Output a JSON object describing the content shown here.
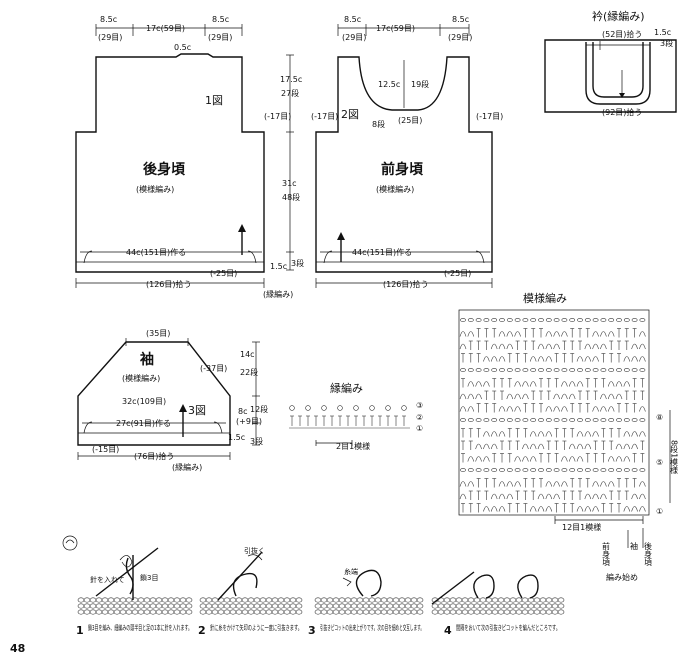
{
  "page_number": "48",
  "back_body": {
    "fig_label": "1図",
    "title": "後身頃",
    "pattern": "(模様編み)",
    "top_left_dim": "8.5c",
    "top_left_sts": "(29目)",
    "top_center_dim": "17c(59目)",
    "top_right_dim": "8.5c",
    "top_right_sts": "(29目)",
    "neck_drop": "0.5c",
    "armhole_dim": "17.5c",
    "armhole_rows": "27段",
    "side_dim": "31c",
    "side_rows": "48段",
    "armhole_dec": "(-17目)",
    "width_label": "44c(151目)作る",
    "pickup_label": "(126目)拾う",
    "edge_dec": "(-25目)",
    "hem_dim": "1.5c",
    "hem_rows": "3段"
  },
  "front_body": {
    "fig_label": "2図",
    "title": "前身頃",
    "pattern": "(模様編み)",
    "top_left_dim": "8.5c",
    "top_left_sts": "(29目)",
    "top_center_dim": "17c(59目)",
    "top_right_dim": "8.5c",
    "top_right_sts": "(29目)",
    "neck_dim": "12.5c",
    "neck_rows": "19段",
    "neck_bottom": "8段",
    "neck_sts": "(25目)",
    "armhole_dec": "(-17目)",
    "width_label": "44c(151目)作る",
    "pickup_label": "(126目)拾う",
    "edge_dec": "(-25目)",
    "edging_label": "(縁編み)"
  },
  "collar": {
    "title": "衿(縁編み)",
    "top_sts": "(52目)拾う",
    "bottom_sts": "(92目)拾う",
    "side_dim": "1.5c",
    "side_rows": "3段"
  },
  "sleeve": {
    "fig_label": "3図",
    "title": "袖",
    "pattern": "(模様編み)",
    "top_sts": "(35目)",
    "side_dec": "(-37目)",
    "height_dim": "14c",
    "height_rows": "22段",
    "width_label": "32c(109目)",
    "cuff_label": "27c(91目)作る",
    "inc_label": "(+9目)",
    "inc_rows": "12段",
    "cuff_dim": "8c",
    "hem_dim": "1.5c",
    "hem_rows": "3段",
    "dec_label": "(-15目)",
    "pickup_label": "(76目)拾う",
    "edging_label": "(縁編み)"
  },
  "edging_chart": {
    "title": "縁編み",
    "repeat_label": "2目1模様",
    "row_markers": [
      "③",
      "②",
      "①"
    ]
  },
  "pattern_chart": {
    "title": "模様編み",
    "repeat_label": "12目1模様",
    "row_markers": [
      "⑧",
      "⑤",
      "①"
    ],
    "side_text": "8段1模様",
    "bottom_labels": [
      "前身頃",
      "袖",
      "後身頃"
    ],
    "start_text": "編み始め"
  },
  "steps": {
    "hook_icon_label": "◯",
    "insert_label": "針を入れて",
    "stitch3_label": "鎖3目",
    "pull_label": "引抜く",
    "base_label": "糸端",
    "items": [
      {
        "num": "1",
        "text": "鎖3目を編み、細編みの頭半目と足の1本に針を入れます。"
      },
      {
        "num": "2",
        "text": "針に糸をかけて矢印のように一度に引抜きます。"
      },
      {
        "num": "3",
        "text": "引抜きピコットの出来上がりです。次の目を細めと交互します。"
      },
      {
        "num": "4",
        "text": "間隔をおいて次の引抜きピコットを編んだところです。"
      }
    ]
  }
}
